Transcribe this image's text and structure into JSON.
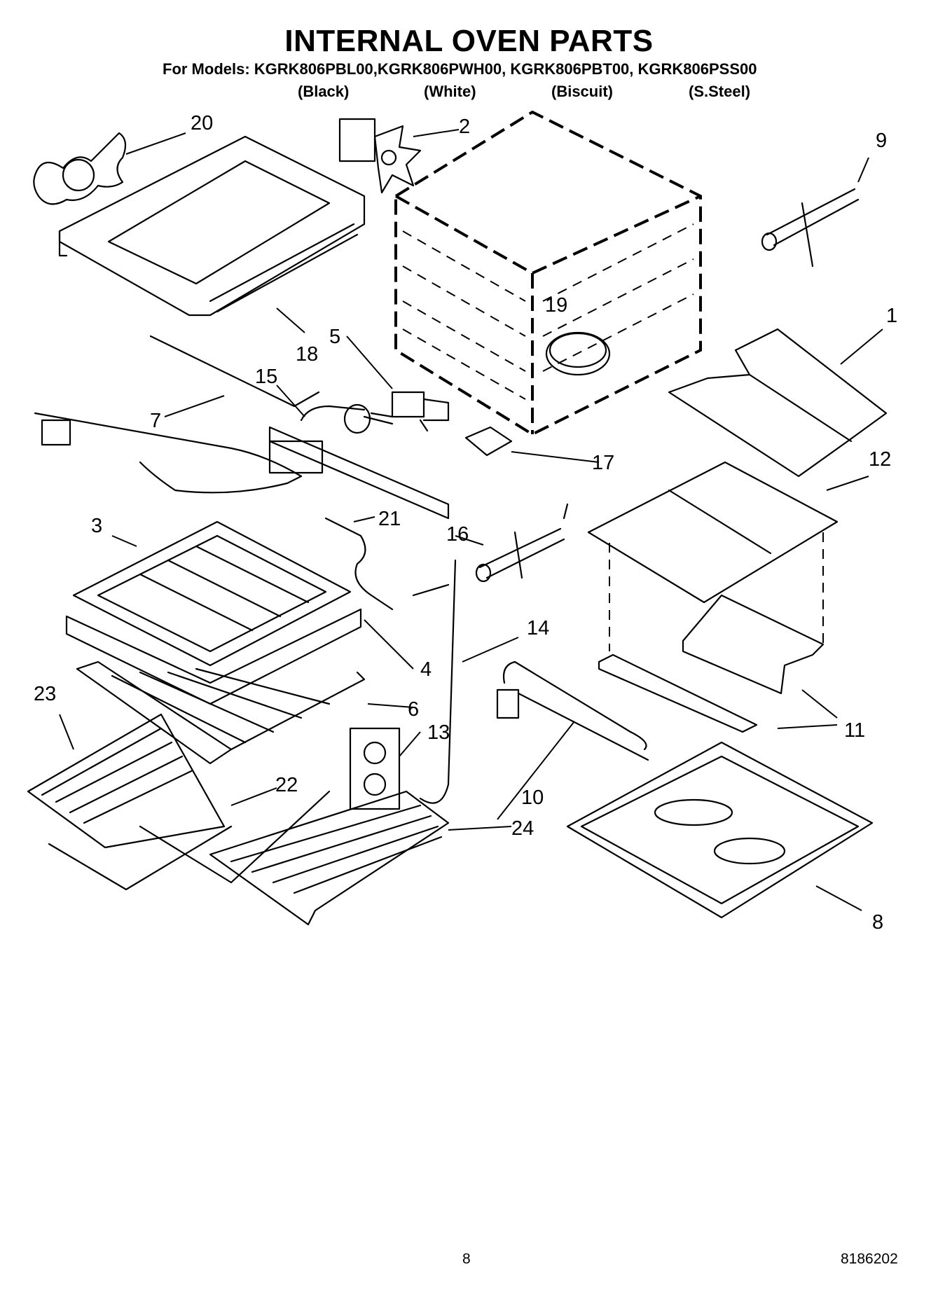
{
  "header": {
    "title": "INTERNAL OVEN PARTS",
    "models_line": "For Models: KGRK806PBL00,KGRK806PWH00, KGRK806PBT00, KGRK806PSS00",
    "variants": [
      "(Black)",
      "(White)",
      "(Biscuit)",
      "(S.Steel)"
    ]
  },
  "callouts": {
    "c1": "1",
    "c2": "2",
    "c3": "3",
    "c4": "4",
    "c5": "5",
    "c6": "6",
    "c7": "7",
    "c8": "8",
    "c9": "9",
    "c10": "10",
    "c11a": "11",
    "c12": "12",
    "c13": "13",
    "c14": "14",
    "c15": "15",
    "c16": "16",
    "c17": "17",
    "c18": "18",
    "c19": "19",
    "c20": "20",
    "c21": "21",
    "c22": "22",
    "c23": "23",
    "c24": "24"
  },
  "footer": {
    "page_number": "8",
    "document_number": "8186202"
  }
}
